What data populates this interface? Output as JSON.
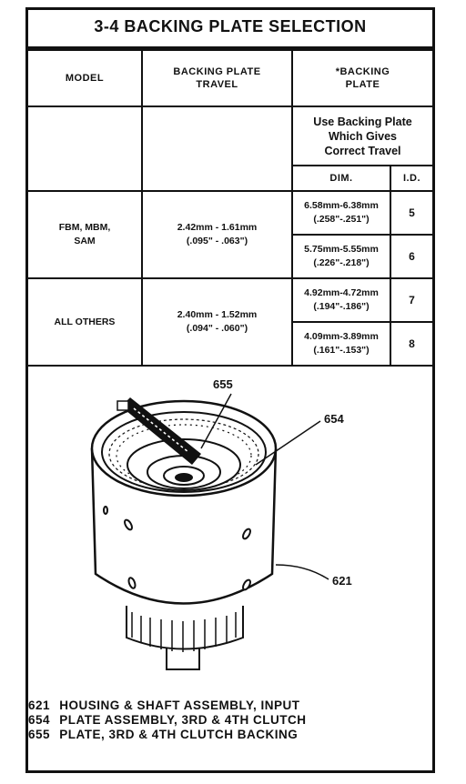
{
  "title": "3-4 BACKING PLATE SELECTION",
  "table": {
    "headers": {
      "model": "MODEL",
      "travel_line1": "BACKING PLATE",
      "travel_line2": "TRAVEL",
      "plate_line1": "*BACKING",
      "plate_line2": "PLATE"
    },
    "subheader": {
      "line1": "Use Backing Plate",
      "line2": "Which Gives",
      "line3": "Correct Travel"
    },
    "col_dim": "DIM.",
    "col_id": "I.D.",
    "groups": [
      {
        "model_line1": "FBM, MBM,",
        "model_line2": "SAM",
        "travel_line1": "2.42mm - 1.61mm",
        "travel_line2": "(.095\" - .063\")",
        "rows": [
          {
            "dim_line1": "6.58mm-6.38mm",
            "dim_line2": "(.258\"-.251\")",
            "id": "5"
          },
          {
            "dim_line1": "5.75mm-5.55mm",
            "dim_line2": "(.226\"-.218\")",
            "id": "6"
          }
        ]
      },
      {
        "model_line1": "ALL OTHERS",
        "model_line2": "",
        "travel_line1": "2.40mm - 1.52mm",
        "travel_line2": "(.094\" - .060\")",
        "rows": [
          {
            "dim_line1": "4.92mm-4.72mm",
            "dim_line2": "(.194\"-.186\")",
            "id": "7"
          },
          {
            "dim_line1": "4.09mm-3.89mm",
            "dim_line2": "(.161\"-.153\")",
            "id": "8"
          }
        ]
      }
    ]
  },
  "figure": {
    "callouts": {
      "c655": "655",
      "c654": "654",
      "c621": "621"
    }
  },
  "legend": [
    {
      "num": "621",
      "text": "HOUSING & SHAFT ASSEMBLY, INPUT"
    },
    {
      "num": "654",
      "text": "PLATE ASSEMBLY, 3RD & 4TH CLUTCH"
    },
    {
      "num": "655",
      "text": "PLATE, 3RD & 4TH CLUTCH BACKING"
    }
  ]
}
